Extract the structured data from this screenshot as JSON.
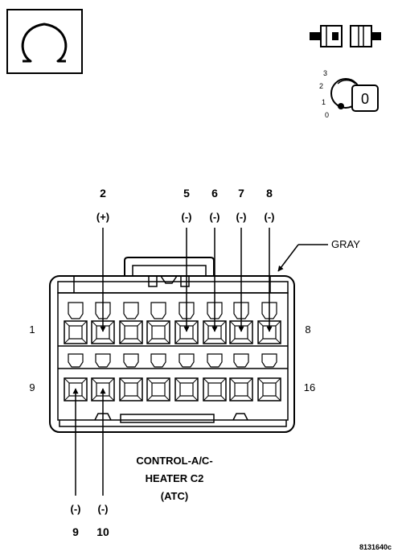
{
  "meter_icon": {
    "name": "ohmmeter-icon",
    "symbol": "Ω"
  },
  "connector_icon": {
    "name": "connector-disconnected-icon"
  },
  "ignition_icon": {
    "name": "ignition-switch-off-icon",
    "positions": [
      "3",
      "2",
      "1",
      "0"
    ],
    "key_position": "0"
  },
  "callouts": {
    "top": [
      {
        "pin": "2",
        "polarity": "(+)"
      },
      {
        "pin": "5",
        "polarity": "(-)"
      },
      {
        "pin": "6",
        "polarity": "(-)"
      },
      {
        "pin": "7",
        "polarity": "(-)"
      },
      {
        "pin": "8",
        "polarity": "(-)"
      }
    ],
    "bottom": [
      {
        "pin": "9",
        "polarity": "(-)"
      },
      {
        "pin": "10",
        "polarity": "(-)"
      }
    ]
  },
  "wire_color_label": "GRAY",
  "row_labels": {
    "top_left": "1",
    "top_right": "8",
    "bottom_left": "9",
    "bottom_right": "16"
  },
  "connector_title": {
    "line1": "CONTROL-A/C-",
    "line2": "HEATER C2",
    "line3": "(ATC)"
  },
  "figure_id": "8131640c"
}
